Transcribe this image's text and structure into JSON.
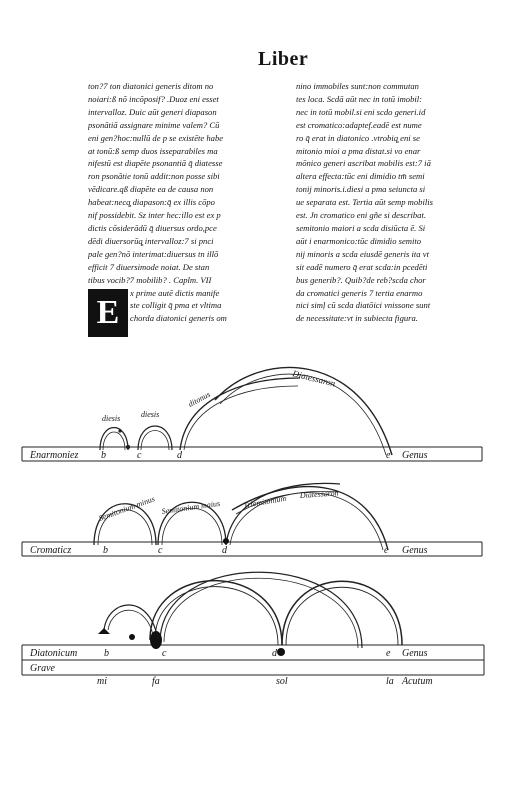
{
  "running_head": "Liber",
  "left_column": [
    "ton?7 ton diatonici generis ditom no",
    "noiari:ß nõ incõposif? .Duoz eni esset",
    "intervalloz. Duic aūt generi diapason",
    "psonātiā assignare minime valem? Cū",
    "eni gen?hoc:nullū de p se existēte habe",
    "at tonū:ß semp duos isseparabiles ma",
    "nifestū est diapēte psonantiā q̄ diatesse",
    "ron psonātie tonū addit:non posse sibi",
    "vēdicare.qß diapēte ea de causa non",
    "habeat:necq̧ diapason:q̄ ex illis cōpo",
    "nif possidebit. Sz inter hec:illo est ex p",
    "dictis cōsiderādū q̄ diuersus ordo,pce",
    "dēdi diuersorūq̧ intervalloz:7 si pnci",
    "pale gen?nō interimat:diuersus tn illō",
    "efficit 7 diuersimode noiat. De stan",
    "tibus vocib?7 mobilib? . Caplm. VII"
  ],
  "drop_cap": "E",
  "drop_cap_lines": [
    "x prime autē dictis manife",
    "ste colligit q̄ pma et vltima",
    "chorda diatonici generis om"
  ],
  "right_column": [
    "nino immobiles sunt:non commutan",
    "tes loca. Scdā aūt nec in totū imobil:",
    "nec in totū mobil.si eni scdo generi.id",
    "est cromatico:adaptef.eadē est nume",
    "ro q̄ erat in diatonico .vtrobiq̧ eni se",
    "mitonio mioi a pma distat.si vo enar",
    "mōnico generi ascribat mobilis est:7 iā",
    "altera effecta:tūc eni dimidio tm̄ semi",
    "tonij minoris.i.diesi a pma seiuncta si",
    "ue separata est. Tertia aūt semp mobilis",
    "est. Jn cromatico eni gñe si describat.",
    "semitonio maiori a scda disiūcta ē. Si",
    "aūt i enarmonico:tūc dimidio semito",
    "nij minoris a scda eiusdē generis ita vt",
    "sit eadē numero q̄ erat scda:in pcedēti",
    "bus generib?. Quib?de reb?scda chor",
    "da cromatici generis 7 tertia enarmo",
    "nici simļ cū scda diatōici vnissone sunt",
    "de necessitate:vt in subiecta figura."
  ],
  "diagrams": {
    "enharmonic": {
      "name_label": "Enarmoniez",
      "notes": [
        "b",
        "c",
        "d",
        "e"
      ],
      "arc_labels": [
        "diesis",
        "diesis",
        "ditonus",
        "Diatessaron"
      ],
      "genus_label": "Genus"
    },
    "chromatic": {
      "name_label": "Cromaticz",
      "notes": [
        "b",
        "c",
        "d",
        "e"
      ],
      "arc_labels": [
        "Semitonium minus",
        "Semitonium maius",
        "Triemitonium",
        "Diatessaron"
      ],
      "genus_label": "Genus"
    },
    "diatonic": {
      "name_label": "Diatonicum",
      "notes": [
        "b",
        "c",
        "d",
        "e"
      ],
      "genus_label": "Genus",
      "row_label": "Grave",
      "syllables": [
        "mi",
        "fa",
        "sol",
        "la"
      ],
      "end_note": "Acutum"
    }
  }
}
